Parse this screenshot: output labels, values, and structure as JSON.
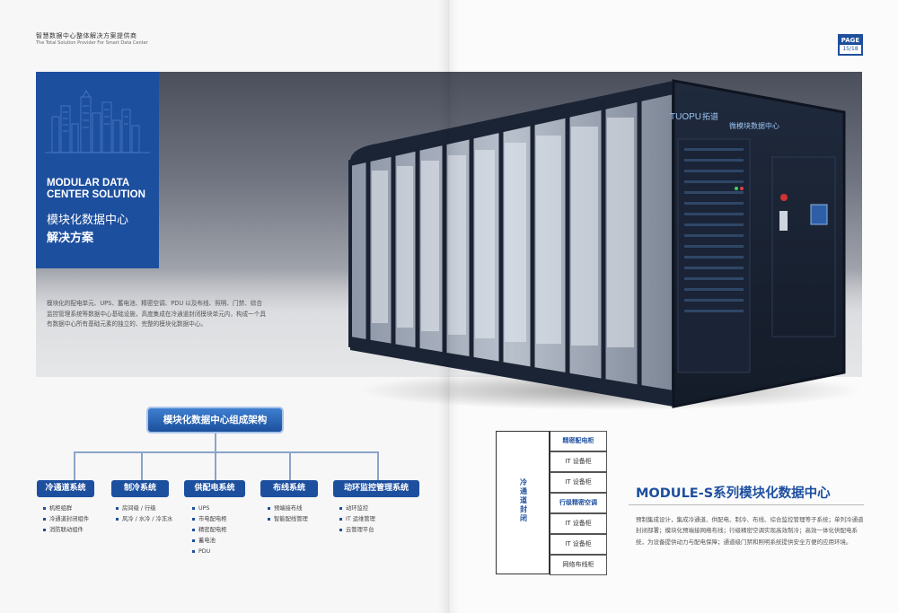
{
  "header": {
    "title_cn": "智慧数据中心整体解决方案提供商",
    "title_en": "The Total Solution Provider For Smart Data Center"
  },
  "page": {
    "label": "PAGE",
    "number": "15/18"
  },
  "hero": {
    "title_en_line1": "MODULAR DATA",
    "title_en_line2": "CENTER SOLUTION",
    "title_cn_line1": "模块化数据中心",
    "title_cn_line2": "解决方案",
    "intro": "模块化的配电单元、UPS、蓄电池、精密空调、PDU 以及布线、照明、门禁、综合监控管理系统等数据中心基础设施，高度集成在冷通道封闭模块单元内，构成一个具有数据中心所有基础元素的独立的、完整的模块化数据中心。"
  },
  "cabinet": {
    "brand_en": "TUOPU",
    "brand_cn": "拓谱",
    "label": "微模块数据中心"
  },
  "architecture": {
    "root": "模块化数据中心组成架构",
    "nodes": [
      {
        "label": "冷通道系统",
        "items": [
          "机柜组群",
          "冷通道封闭组件",
          "消防联动组件"
        ]
      },
      {
        "label": "制冷系统",
        "items": [
          "房间级 / 行级",
          "风冷 / 水冷 / 冷冻水"
        ]
      },
      {
        "label": "供配电系统",
        "items": [
          "UPS",
          "市电配电柜",
          "精密配电柜",
          "蓄电池",
          "PDU"
        ]
      },
      {
        "label": "布线系统",
        "items": [
          "预端接布线",
          "智能配线管理"
        ]
      },
      {
        "label": "动环监控管理系统",
        "items": [
          "动环监控",
          "IT 运维管理",
          "云管理平台"
        ]
      }
    ]
  },
  "layout_table": {
    "aisle_label": "冷通道封闭",
    "rows": [
      "精密配电柜",
      "IT 设备柜",
      "IT 设备柜",
      "行级精密空调",
      "IT 设备柜",
      "IT 设备柜",
      "网络布线柜"
    ]
  },
  "module": {
    "title": "MODULE-S系列模块化数据中心",
    "description": "预制集成设计，集成冷通道、供配电、制冷、布线、综合监控管理等子系统；单列冷通道封闭部署；模块化预端接网络布线；行级精密空调实现高效制冷；高效一体化供配电系统，为设备提供动力与配电保障；通道级门禁和照明系统提供安全方便的应用环境。"
  },
  "colors": {
    "brand_blue": "#1d4f9f",
    "node_blue": "#1d4f9f",
    "highlight_text": "#1d4f9f"
  }
}
